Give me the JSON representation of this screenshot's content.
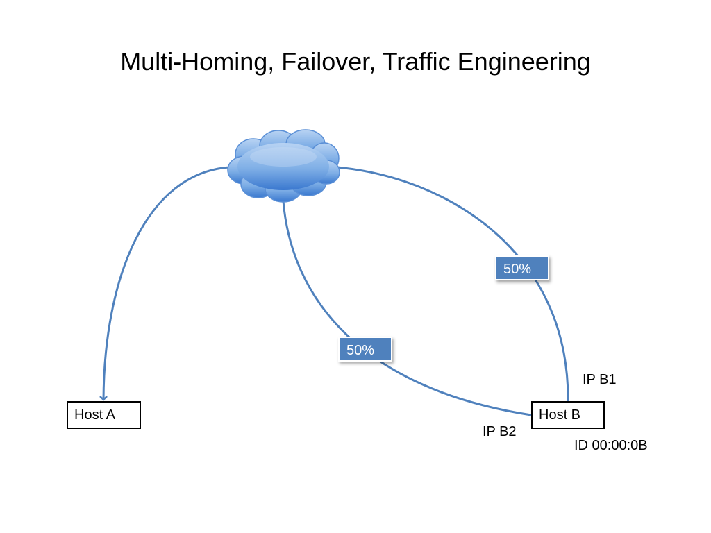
{
  "title": "Multi-Homing, Failover, Traffic Engineering",
  "hosts": {
    "a": "Host A",
    "b": "Host B"
  },
  "paths": {
    "top_share": "50%",
    "bottom_share": "50%"
  },
  "addresses": {
    "ip_b1": "IP B1",
    "ip_b2": "IP B2",
    "id_b": "ID 00:00:0B"
  },
  "colors": {
    "line": "#4f81bd",
    "cloud_light": "#a9c8ee",
    "cloud_dark": "#3a78cf",
    "badge": "#4f81bd"
  }
}
